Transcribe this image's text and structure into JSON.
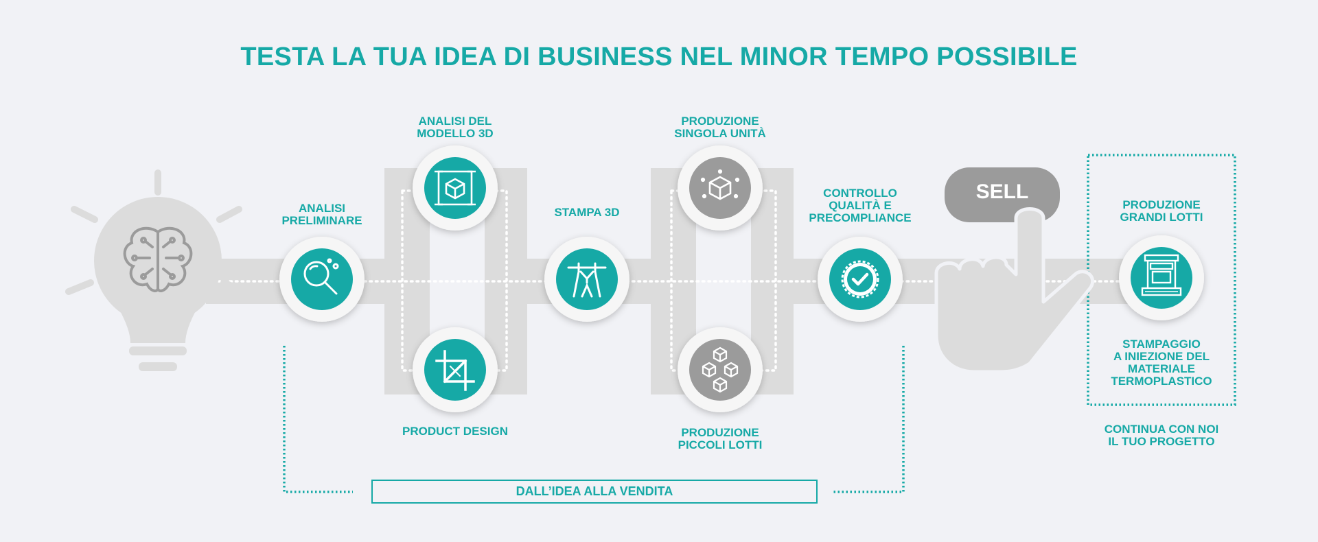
{
  "title": "TESTA LA TUA IDEA DI BUSINESS NEL MINOR TEMPO POSSIBILE",
  "colors": {
    "teal": "#16a9a6",
    "grey": "#9b9b9b",
    "track": "#dcdcdc",
    "background": "#f1f2f6"
  },
  "start_icon": "lightbulb-brain-icon",
  "steps": {
    "analisi_preliminare": {
      "line1": "ANALISI",
      "line2": "PRELIMINARE",
      "icon": "magnifier-icon"
    },
    "analisi_modello": {
      "line1": "ANALISI DEL",
      "line2": "MODELLO 3D",
      "icon": "3d-model-frame-icon"
    },
    "product_design": {
      "line1": "PRODUCT DESIGN",
      "icon": "crop-tool-icon"
    },
    "stampa_3d": {
      "line1": "STAMPA 3D",
      "icon": "3d-printer-icon"
    },
    "singola_unita": {
      "line1": "PRODUZIONE",
      "line2": "SINGOLA UNITÀ",
      "icon": "single-cube-icon"
    },
    "piccoli_lotti": {
      "line1": "PRODUZIONE",
      "line2": "PICCOLI LOTTI",
      "icon": "cubes-icon"
    },
    "controllo": {
      "line1": "CONTROLLO",
      "line2": "QUALITÀ E",
      "line3": "PRECOMPLIANCE",
      "icon": "quality-badge-icon"
    },
    "grandi_lotti": {
      "line1": "PRODUZIONE",
      "line2": "GRANDI LOTTI",
      "icon": "injection-press-icon"
    }
  },
  "sell": {
    "label": "SELL",
    "icon": "pointing-hand-icon"
  },
  "stampaggio": {
    "line1": "STAMPAGGIO",
    "line2": "A INIEZIONE DEL",
    "line3": "MATERIALE",
    "line4": "TERMOPLASTICO"
  },
  "continua": {
    "line1": "CONTINUA CON NOI",
    "line2": "IL TUO PROGETTO"
  },
  "bottom_label": "DALL’IDEA ALLA VENDITA"
}
